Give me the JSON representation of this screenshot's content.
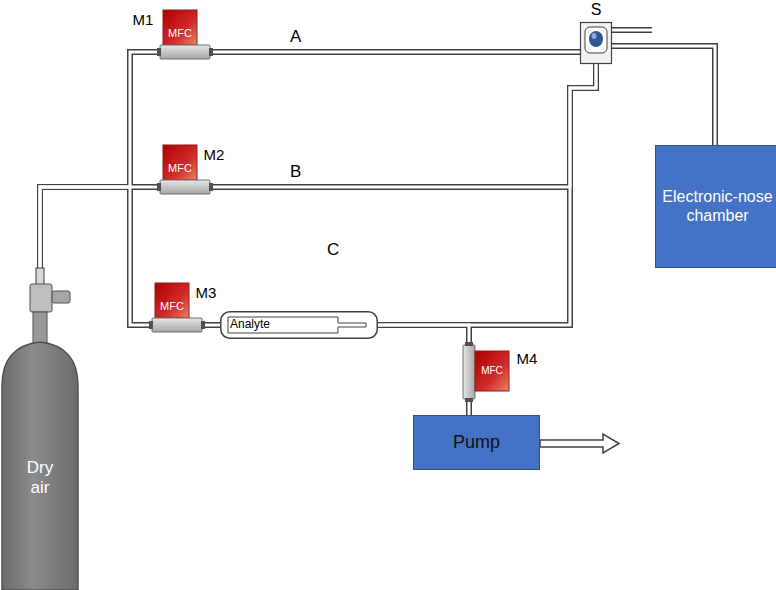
{
  "diagram": {
    "nodes": [
      {
        "text": [
          "M1",
          "MFC"
        ]
      },
      {
        "text": [
          "S"
        ]
      },
      {
        "text": [
          "M2",
          "MFC"
        ]
      },
      {
        "text": [
          "Electronic-nose chamber"
        ]
      },
      {
        "text": [
          "M3",
          "MFC"
        ]
      },
      {
        "text": [
          "Analyte"
        ]
      },
      {
        "text": [
          "M4",
          "MFC"
        ]
      },
      {
        "text": [
          "Pump"
        ]
      },
      {
        "text": [
          "Dry air"
        ]
      }
    ],
    "edges": [
      {
        "from": 8,
        "to": 0,
        "arrow": "none"
      },
      {
        "from": 8,
        "to": 2,
        "arrow": "none"
      },
      {
        "from": 8,
        "to": 4,
        "arrow": "none"
      },
      {
        "from": 0,
        "to": 1,
        "label": "A",
        "arrow": "none"
      },
      {
        "from": 2,
        "to": 1,
        "label": "B",
        "arrow": "none"
      },
      {
        "from": 4,
        "to": 5,
        "arrow": "none"
      },
      {
        "from": 5,
        "to": 1,
        "arrow": "none"
      },
      {
        "from": 5,
        "to": 6,
        "arrow": "none"
      },
      {
        "from": 6,
        "to": 7,
        "arrow": "none"
      },
      {
        "from": 1,
        "to": 3,
        "arrow": "none"
      }
    ],
    "labels": [
      "C"
    ]
  }
}
